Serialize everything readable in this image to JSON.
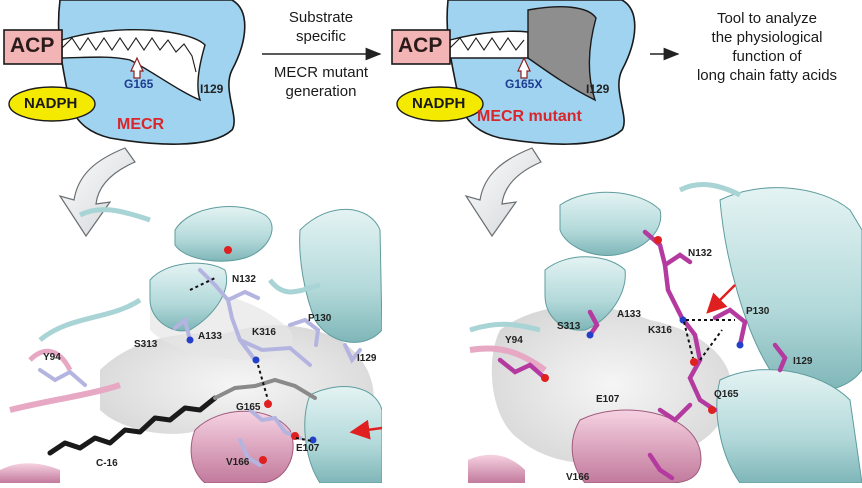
{
  "top_left": {
    "acp": "ACP",
    "nadph": "NADPH",
    "g165": "G165",
    "i129": "I129",
    "mecr": "MECR"
  },
  "arrow1": {
    "line1": "Substrate",
    "line2": "specific",
    "line3": "MECR mutant",
    "line4": "generation"
  },
  "top_right": {
    "acp": "ACP",
    "nadph": "NADPH",
    "g165x": "G165X",
    "i129": "I129",
    "mecr_mutant": "MECR mutant"
  },
  "result": {
    "line1": "Tool to analyze",
    "line2": "the physiological",
    "line3": "function of",
    "line4": "long chain fatty acids"
  },
  "left_structure": {
    "n132": "N132",
    "s313": "S313",
    "a133": "A133",
    "k316": "K316",
    "p130": "P130",
    "y94": "Y94",
    "i129": "I129",
    "g165": "G165",
    "e107": "E107",
    "v166": "V166",
    "c16": "C-16"
  },
  "right_structure": {
    "n132": "N132",
    "s313": "S313",
    "a133": "A133",
    "k316": "K316",
    "p130": "P130",
    "y94": "Y94",
    "i129": "I129",
    "e107": "E107",
    "q165": "Q165",
    "v166": "V166"
  },
  "colors": {
    "mecr_blue": "#9fd3f0",
    "acp_pink": "#f2b4b4",
    "nadph_yellow": "#f4ea00",
    "red_label": "#d8262b",
    "blue_label": "#1d3c8f",
    "helix_cyan": "#bfe1e2",
    "helix_pink": "#e7a8c4",
    "stick_lavender": "#b4b4e0",
    "stick_magenta": "#b43aa0"
  }
}
